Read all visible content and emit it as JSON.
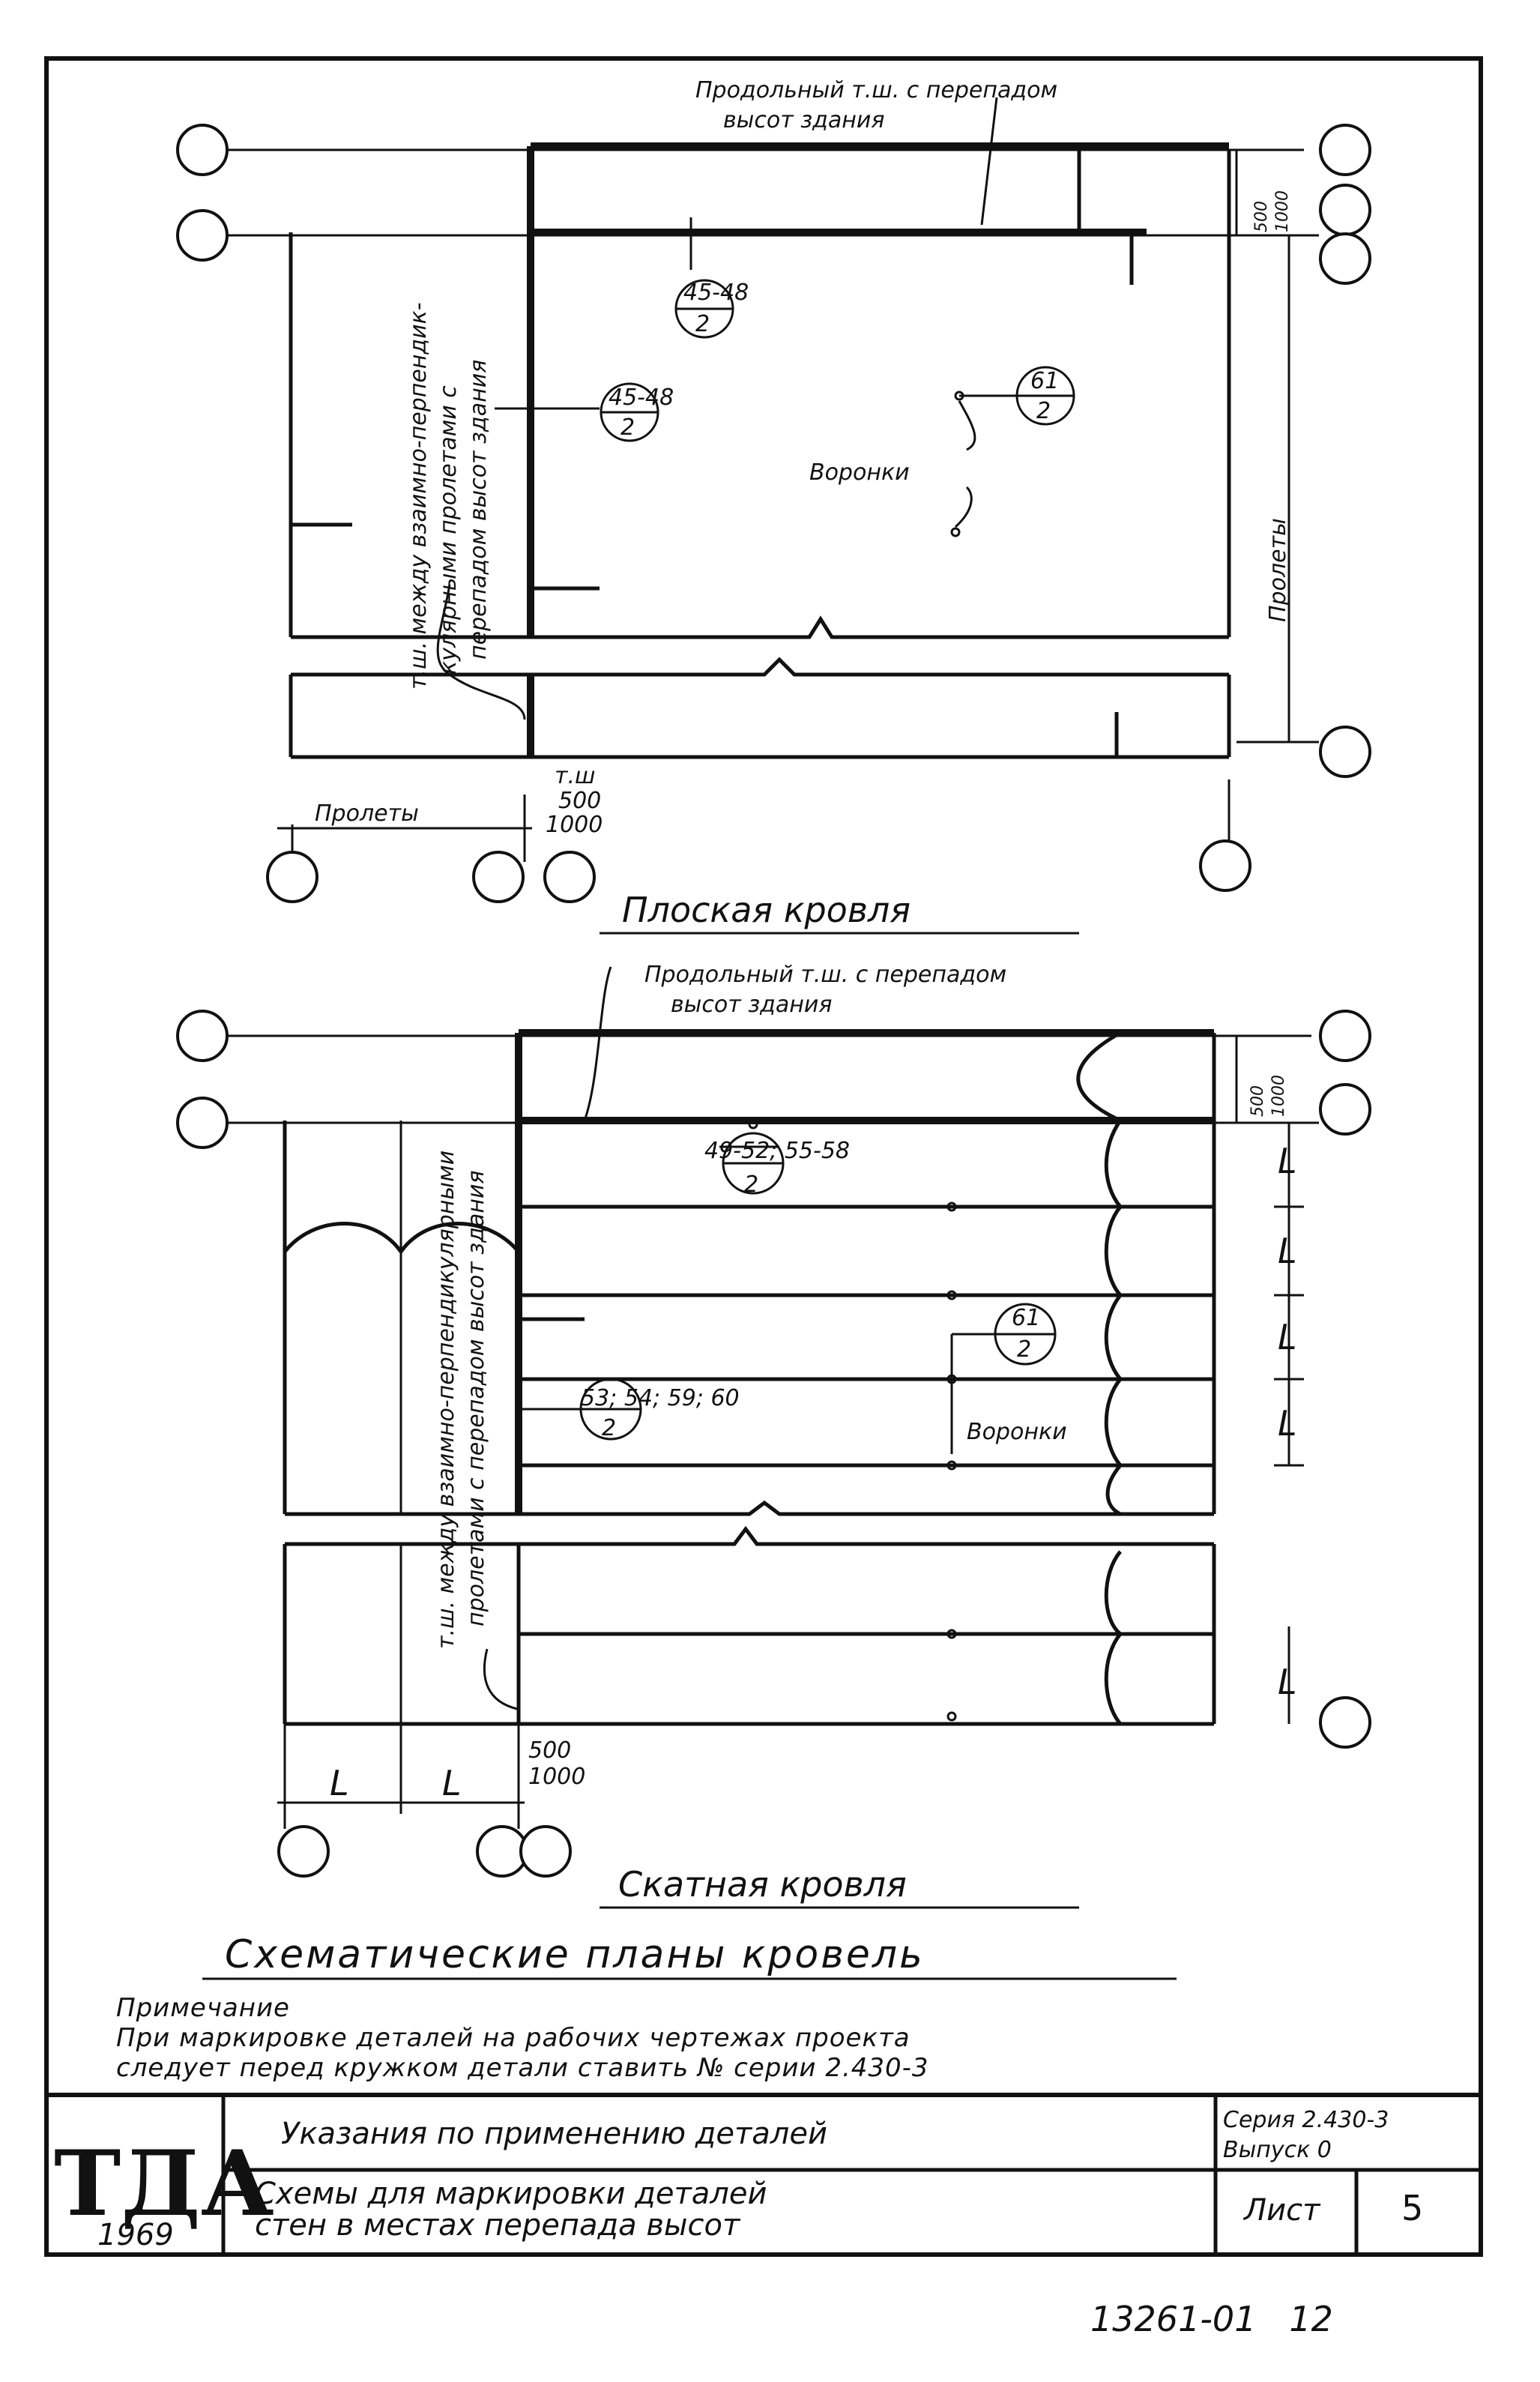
{
  "flat_roof": {
    "title": "Плоская кровля",
    "label_longitudinal_line1": "Продольный т.ш. с перепадом",
    "label_longitudinal_line2": "высот здания",
    "label_transverse_line1": "т.ш. между взаимно-перпендик-",
    "label_transverse_line2": "кулярными пролетами с",
    "label_transverse_line3": "перепадом высот здания",
    "label_funnels": "Воронки",
    "label_spans_right": "Пролеты",
    "label_spans_bottom": "Пролеты",
    "label_joint": "т.ш",
    "dim_500": "500",
    "dim_1000": "1000",
    "dim_right_500": "500",
    "dim_right_1000": "1000",
    "marker_a_top": "45-48",
    "marker_a_bottom": "2",
    "marker_b_top": "45-48",
    "marker_b_bottom": "2",
    "marker_c_top": "61",
    "marker_c_bottom": "2"
  },
  "pitched_roof": {
    "title": "Скатная кровля",
    "label_longitudinal_line1": "Продольный т.ш. с перепадом",
    "label_longitudinal_line2": "высот здания",
    "label_transverse_line1": "т.ш. между взаимно-перпендикулярными",
    "label_transverse_line2": "пролетами с перепадом высот здания",
    "label_funnels": "Воронки",
    "marker_a_top": "49-52; 55-58",
    "marker_a_bottom": "2",
    "marker_b_top": "53; 54; 59; 60",
    "marker_b_bottom": "2",
    "marker_c_top": "61",
    "marker_c_bottom": "2",
    "dim_500": "500",
    "dim_1000": "1000",
    "dim_right_500": "500",
    "dim_right_1000": "1000",
    "span_L1": "L",
    "span_L2": "L",
    "span_right": [
      "L",
      "L",
      "L",
      "L",
      "L"
    ]
  },
  "main_title": "Схематические планы кровель",
  "note": {
    "heading": "Примечание",
    "line1": "При маркировке деталей на рабочих чертежах проекта",
    "line2": "следует перед кружком детали ставить № серии 2.430-3"
  },
  "title_block": {
    "logo": "ТДА",
    "year": "1969",
    "row1": "Указания по применению деталей",
    "row2_line1": "Схемы для маркировки деталей",
    "row2_line2": "стен в местах перепада высот",
    "series_line1": "Серия 2.430-3",
    "series_line2": "Выпуск 0",
    "sheet_label": "Лист",
    "sheet_number": "5"
  },
  "footer_code": "13261-01   12"
}
